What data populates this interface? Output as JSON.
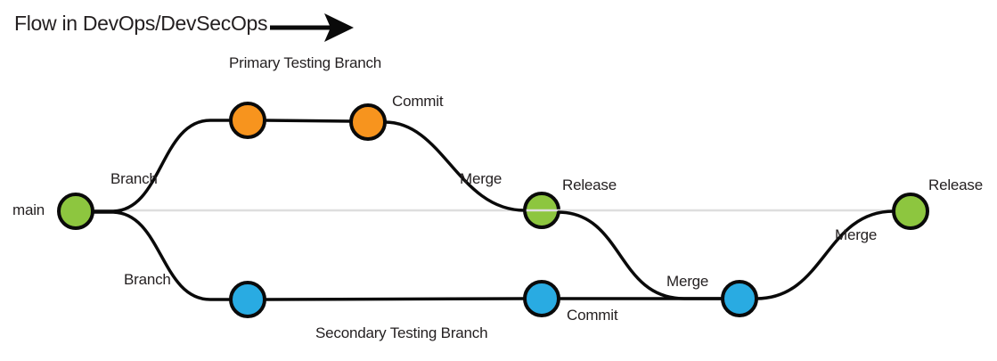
{
  "diagram": {
    "title": "Flow in DevOps/DevSecOps",
    "branch_labels": {
      "primary": "Primary Testing Branch",
      "secondary": "Secondary Testing Branch"
    },
    "node_labels": {
      "main": "main",
      "branch_top": "Branch",
      "branch_bottom": "Branch",
      "commit_primary": "Commit",
      "commit_secondary": "Commit",
      "merge_primary": "Merge",
      "merge_release_to_secondary": "Merge",
      "merge_secondary_to_main": "Merge",
      "release_mid": "Release",
      "release_end": "Release"
    },
    "colors": {
      "main_branch_node": "#8DC63F",
      "primary_branch_node": "#F7941E",
      "secondary_branch_node": "#29ABE2",
      "edge_stroke": "#0A0A0A",
      "timeline_stroke": "#DEDEDE",
      "text": "#231F20"
    }
  }
}
